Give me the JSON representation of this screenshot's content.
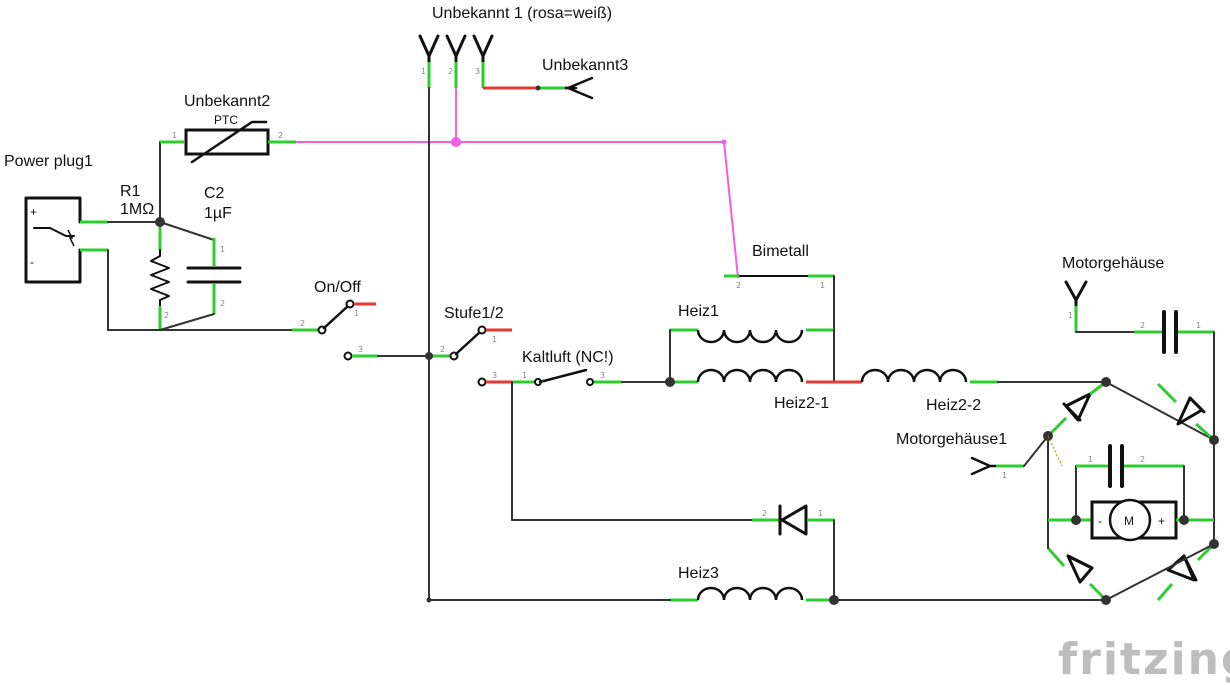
{
  "labels": {
    "power_plug": "Power plug1",
    "r1_name": "R1",
    "r1_value": "1MΩ",
    "c2_name": "C2",
    "c2_value": "1µF",
    "unbekannt2": "Unbekannt2",
    "ptc": "PTC",
    "unbekannt1": "Unbekannt 1 (rosa=weiß)",
    "unbekannt3": "Unbekannt3",
    "on_off": "On/Off",
    "stufe": "Stufe1/2",
    "kaltluft": "Kaltluft (NC!)",
    "bimetall": "Bimetall",
    "heiz1": "Heiz1",
    "heiz2_1": "Heiz2-1",
    "heiz2_2": "Heiz2-2",
    "heiz3": "Heiz3",
    "motorgehaeuse": "Motorgehäuse",
    "motorgehaeuse1": "Motorgehäuse1",
    "motor_symbol": "M",
    "plus": "+",
    "minus": "-",
    "brand": "fritzing"
  },
  "colors": {
    "wire": "#333333",
    "pin_green": "#2ecc2e",
    "pin_red": "#e53935",
    "wire_pink": "#ee5ee6"
  }
}
